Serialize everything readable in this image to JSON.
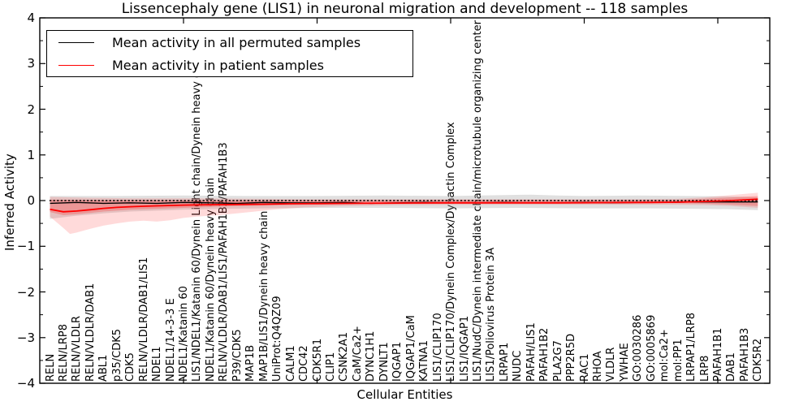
{
  "chart_data": {
    "type": "line",
    "title": "Lissencephaly gene (LIS1) in neuronal migration and development -- 118 samples",
    "xlabel": "Cellular Entities",
    "ylabel": "Inferred Activity",
    "ylim": [
      -4,
      4
    ],
    "yticks": [
      4,
      3,
      2,
      1,
      0,
      -1,
      -2,
      -3,
      -4
    ],
    "y_minor_step": 0.5,
    "x_major_tick_indices": [
      10,
      20,
      30,
      40,
      50
    ],
    "grid": false,
    "legend_position": "upper left",
    "legend": [
      {
        "label": "Mean activity in all permuted samples",
        "color": "#000000"
      },
      {
        "label": "Mean activity in patient samples",
        "color": "#ff0000"
      }
    ],
    "categories": [
      "RELN",
      "RELN/LRP8",
      "RELN/VLDLR",
      "RELN/VLDLR/DAB1",
      "ABL1",
      "p35/CDK5",
      "CDK5",
      "RELN/VLDLR/DAB1/LIS1",
      "NDEL1",
      "NDEL1/14-3-3 E",
      "NDEL1/Katanin 60",
      "LIS1/NDEL1/Katanin 60/Dynein Light chain/Dynein heavy chain",
      "NDEL1/Katanin 60/Dynein heavy chain",
      "RELN/VLDLR/DAB1/LIS1/PAFAH1B2/PAFAH1B3",
      "P39/CDK5",
      "MAP1B",
      "MAP1B/LIS1/Dynein heavy chain",
      "UniProt:Q4QZ09",
      "CALM1",
      "CDC42",
      "CDK5R1",
      "CLIP1",
      "CSNK2A1",
      "CaM/Ca2+",
      "DYNC1H1",
      "DYNLT1",
      "IQGAP1",
      "IQGAP1/CaM",
      "KATNA1",
      "LIS1/CLIP170",
      "LIS1/CLIP170/Dynein Complex/Dynactin Complex",
      "LIS1/IQGAP1",
      "LIS1/NudC/Dynein intermediate chain/microtubule organizing center",
      "LIS1/Poliovirus Protein 3A",
      "LRPAP1",
      "NUDC",
      "PAFAH/LIS1",
      "PAFAH1B2",
      "PLA2G7",
      "PPP2R5D",
      "RAC1",
      "RHOA",
      "VLDLR",
      "YWHAE",
      "GO:0030286",
      "GO:0005869",
      "mol:Ca2+",
      "mol:PP1",
      "LRPAP1/LRP8",
      "LRP8",
      "PAFAH1B1",
      "DAB1",
      "PAFAH1B3",
      "CDK5R2"
    ],
    "bands": [
      {
        "name": "permuted-range-band",
        "color": "#999999",
        "opacity": 0.3,
        "top": [
          [
            0,
            0.1
          ],
          [
            5,
            0.1
          ],
          [
            10,
            0.11
          ],
          [
            15,
            0.1
          ],
          [
            20,
            0.1
          ],
          [
            25,
            0.11
          ],
          [
            30,
            0.1
          ],
          [
            34,
            0.12
          ],
          [
            36,
            0.13
          ],
          [
            38,
            0.11
          ],
          [
            40,
            0.1
          ],
          [
            44,
            0.11
          ],
          [
            48,
            0.1
          ],
          [
            51,
            0.09
          ],
          [
            53,
            0.07
          ]
        ],
        "bottom": [
          [
            0,
            -0.4
          ],
          [
            2,
            -0.33
          ],
          [
            4,
            -0.28
          ],
          [
            6,
            -0.24
          ],
          [
            8,
            -0.22
          ],
          [
            10,
            -0.2
          ],
          [
            13,
            -0.18
          ],
          [
            16,
            -0.17
          ],
          [
            20,
            -0.16
          ],
          [
            25,
            -0.16
          ],
          [
            30,
            -0.17
          ],
          [
            35,
            -0.16
          ],
          [
            40,
            -0.17
          ],
          [
            45,
            -0.17
          ],
          [
            48,
            -0.18
          ],
          [
            51,
            -0.19
          ],
          [
            53,
            -0.21
          ]
        ]
      },
      {
        "name": "patient-range-outer-band",
        "color": "#ff3333",
        "opacity": 0.18,
        "top": [
          [
            0,
            0.08
          ],
          [
            3,
            0.06
          ],
          [
            6,
            0.05
          ],
          [
            10,
            0.05
          ],
          [
            15,
            0.04
          ],
          [
            20,
            0.03
          ],
          [
            25,
            0.03
          ],
          [
            30,
            0.03
          ],
          [
            35,
            0.03
          ],
          [
            40,
            0.03
          ],
          [
            44,
            0.03
          ],
          [
            47,
            0.04
          ],
          [
            49,
            0.07
          ],
          [
            51,
            0.12
          ],
          [
            53,
            0.17
          ]
        ],
        "bottom": [
          [
            0,
            -0.35
          ],
          [
            1,
            -0.6
          ],
          [
            1.5,
            -0.73
          ],
          [
            2,
            -0.7
          ],
          [
            3,
            -0.62
          ],
          [
            4,
            -0.55
          ],
          [
            5,
            -0.5
          ],
          [
            6,
            -0.46
          ],
          [
            7,
            -0.44
          ],
          [
            8,
            -0.46
          ],
          [
            9,
            -0.43
          ],
          [
            10,
            -0.38
          ],
          [
            11,
            -0.35
          ],
          [
            12,
            -0.33
          ],
          [
            13,
            -0.31
          ],
          [
            14,
            -0.28
          ],
          [
            15,
            -0.25
          ],
          [
            16,
            -0.22
          ],
          [
            17,
            -0.19
          ],
          [
            18,
            -0.17
          ],
          [
            19,
            -0.15
          ],
          [
            20,
            -0.14
          ],
          [
            22,
            -0.12
          ],
          [
            24,
            -0.11
          ],
          [
            26,
            -0.1
          ],
          [
            28,
            -0.1
          ],
          [
            30,
            -0.095
          ],
          [
            34,
            -0.09
          ],
          [
            38,
            -0.09
          ],
          [
            42,
            -0.09
          ],
          [
            46,
            -0.09
          ],
          [
            49,
            -0.1
          ],
          [
            51,
            -0.12
          ],
          [
            53,
            -0.16
          ]
        ]
      },
      {
        "name": "patient-range-inner-band",
        "color": "#ff2222",
        "opacity": 0.26,
        "top": [
          [
            0,
            0.02
          ],
          [
            4,
            0.01
          ],
          [
            8,
            0.01
          ],
          [
            12,
            0.005
          ],
          [
            16,
            0.005
          ],
          [
            20,
            0.0
          ],
          [
            25,
            0.0
          ],
          [
            30,
            0.0
          ],
          [
            35,
            0.0
          ],
          [
            40,
            0.0
          ],
          [
            44,
            0.005
          ],
          [
            47,
            0.01
          ],
          [
            49,
            0.04
          ],
          [
            51,
            0.07
          ],
          [
            53,
            0.1
          ]
        ],
        "bottom": [
          [
            0,
            -0.25
          ],
          [
            1,
            -0.32
          ],
          [
            2,
            -0.3
          ],
          [
            3,
            -0.27
          ],
          [
            4,
            -0.24
          ],
          [
            5,
            -0.22
          ],
          [
            6,
            -0.2
          ],
          [
            8,
            -0.18
          ],
          [
            10,
            -0.16
          ],
          [
            12,
            -0.14
          ],
          [
            14,
            -0.12
          ],
          [
            16,
            -0.11
          ],
          [
            18,
            -0.1
          ],
          [
            20,
            -0.09
          ],
          [
            23,
            -0.08
          ],
          [
            26,
            -0.075
          ],
          [
            30,
            -0.07
          ],
          [
            35,
            -0.065
          ],
          [
            40,
            -0.065
          ],
          [
            44,
            -0.06
          ],
          [
            47,
            -0.06
          ],
          [
            49,
            -0.07
          ],
          [
            51,
            -0.09
          ],
          [
            53,
            -0.12
          ]
        ]
      }
    ],
    "series": [
      {
        "name": "zero-reference-line",
        "color": "#000000",
        "dash": "dotted",
        "width": 1.5,
        "points": [
          [
            0,
            0
          ],
          [
            53,
            0
          ]
        ]
      },
      {
        "name": "mean-activity-all-permuted-samples",
        "color": "#000000",
        "dash": "solid",
        "width": 1.4,
        "points": [
          [
            0,
            -0.06
          ],
          [
            2,
            -0.04
          ],
          [
            4,
            -0.06
          ],
          [
            6,
            -0.05
          ],
          [
            8,
            -0.06
          ],
          [
            10,
            -0.04
          ],
          [
            12,
            -0.05
          ],
          [
            14,
            -0.06
          ],
          [
            16,
            -0.04
          ],
          [
            18,
            -0.05
          ],
          [
            20,
            -0.05
          ],
          [
            22,
            -0.04
          ],
          [
            24,
            -0.06
          ],
          [
            26,
            -0.05
          ],
          [
            28,
            -0.04
          ],
          [
            30,
            -0.05
          ],
          [
            32,
            -0.05
          ],
          [
            34,
            -0.04
          ],
          [
            36,
            -0.05
          ],
          [
            38,
            -0.05
          ],
          [
            40,
            -0.04
          ],
          [
            42,
            -0.05
          ],
          [
            44,
            -0.04
          ],
          [
            46,
            -0.04
          ],
          [
            48,
            -0.03
          ],
          [
            50,
            -0.03
          ],
          [
            52,
            -0.03
          ],
          [
            53,
            -0.03
          ]
        ]
      },
      {
        "name": "mean-activity-patient-samples",
        "color": "#ff0000",
        "dash": "solid",
        "width": 1.8,
        "points": [
          [
            0,
            -0.19
          ],
          [
            1,
            -0.245
          ],
          [
            2,
            -0.23
          ],
          [
            3,
            -0.2
          ],
          [
            4,
            -0.17
          ],
          [
            5,
            -0.15
          ],
          [
            6,
            -0.135
          ],
          [
            7,
            -0.125
          ],
          [
            8,
            -0.115
          ],
          [
            10,
            -0.1
          ],
          [
            12,
            -0.09
          ],
          [
            14,
            -0.085
          ],
          [
            16,
            -0.08
          ],
          [
            18,
            -0.07
          ],
          [
            20,
            -0.065
          ],
          [
            23,
            -0.06
          ],
          [
            26,
            -0.055
          ],
          [
            30,
            -0.05
          ],
          [
            34,
            -0.05
          ],
          [
            38,
            -0.05
          ],
          [
            42,
            -0.045
          ],
          [
            45,
            -0.04
          ],
          [
            47,
            -0.035
          ],
          [
            49,
            -0.02
          ],
          [
            51,
            0.0
          ],
          [
            53,
            0.03
          ]
        ]
      }
    ]
  }
}
